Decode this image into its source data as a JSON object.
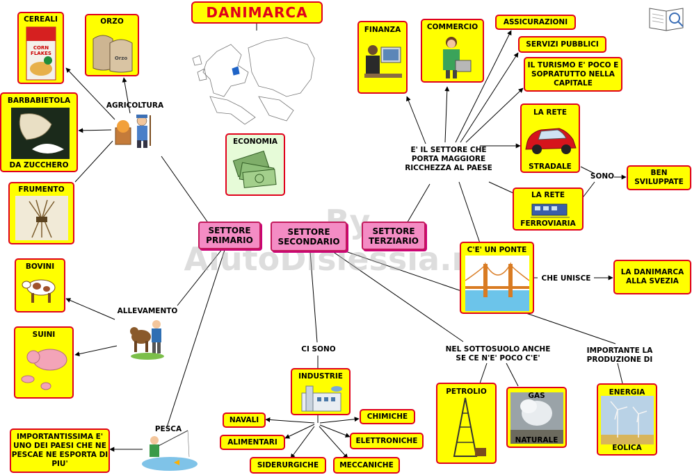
{
  "title": "DANIMARCA",
  "watermark": "By AiutoDislessia.net",
  "center": {
    "economia": "ECONOMIA"
  },
  "sectors": {
    "primario": "SETTORE PRIMARIO",
    "secondario": "SETTORE SECONDARIO",
    "terziario": "SETTORE TERZIARIO"
  },
  "primary": {
    "agricoltura": "AGRICOLTURA",
    "cereali": "CEREALI",
    "orzo": "ORZO",
    "barbabietola_top": "BARBABIETOLA",
    "barbabietola_bottom": "DA ZUCCHERO",
    "frumento": "FRUMENTO",
    "allevamento": "ALLEVAMENTO",
    "bovini": "BOVINI",
    "suini": "SUINI",
    "pesca": "PESCA",
    "pesca_note": "IMPORTANTISSIMA E' UNO DEI PAESI CHE NE PESCAE NE ESPORTA DI PIU'"
  },
  "secondary": {
    "ci_sono": "CI SONO",
    "industrie": "INDUSTRIE",
    "navali": "NAVALI",
    "alimentari": "ALIMENTARI",
    "siderurgiche": "SIDERURGICHE",
    "meccaniche": "MECCANICHE",
    "chimiche": "CHIMICHE",
    "elettroniche": "ELETTRONICHE",
    "sottosuolo": "NEL SOTTOSUOLO ANCHE SE CE N'E' POCO C'E'",
    "petrolio": "PETROLIO",
    "gas_top": "GAS",
    "gas_bottom": "NATURALE",
    "importante": "IMPORTANTE LA PRODUZIONE DI",
    "energia_top": "ENERGIA",
    "energia_bottom": "EOLICA"
  },
  "tertiary": {
    "settore_note": "E' IL SETTORE CHE PORTA MAGGIORE RICCHEZZA AL PAESE",
    "finanza": "FINANZA",
    "commercio": "COMMERCIO",
    "assicurazioni": "ASSICURAZIONI",
    "servizi": "SERVIZI PUBBLICI",
    "turismo": "IL TURISMO E' POCO E SOPRATUTTO NELLA CAPITALE",
    "rete_stradale_top": "LA RETE",
    "rete_stradale_bottom": "STRADALE",
    "rete_ferroviaria_top": "LA RETE",
    "rete_ferroviaria_bottom": "FERROVIARIA",
    "sono": "SONO",
    "ben_sviluppate": "BEN SVILUPPATE",
    "ponte": "C'E' UN PONTE",
    "che_unisce": "CHE UNISCE",
    "danimarca_svezia": "LA DANIMARCA ALLA SVEZIA"
  },
  "colors": {
    "node_fill": "#ffff00",
    "node_border": "#e0001b",
    "sector_fill": "#f48cc4",
    "title_text": "#e0001b"
  }
}
